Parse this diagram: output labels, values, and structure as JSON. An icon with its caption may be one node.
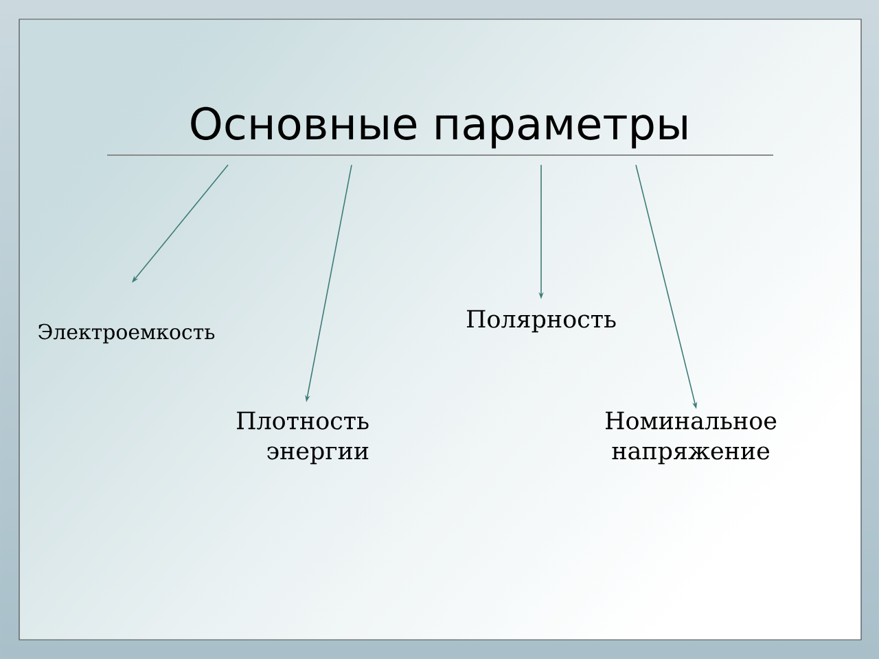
{
  "diagram": {
    "nodes": [
      {
        "text": [
          "Основные параметры"
        ]
      },
      {
        "text": [
          "Электроемкость"
        ]
      },
      {
        "text": [
          "Плотность энергии"
        ]
      },
      {
        "text": [
          "Полярность"
        ]
      },
      {
        "text": [
          "Номинальное напряжение"
        ]
      }
    ],
    "edges": [
      {
        "from": 0,
        "to": 1,
        "arrow": "to"
      },
      {
        "from": 0,
        "to": 2,
        "arrow": "to"
      },
      {
        "from": 0,
        "to": 3,
        "arrow": "to"
      },
      {
        "from": 0,
        "to": 4,
        "arrow": "to"
      }
    ]
  }
}
